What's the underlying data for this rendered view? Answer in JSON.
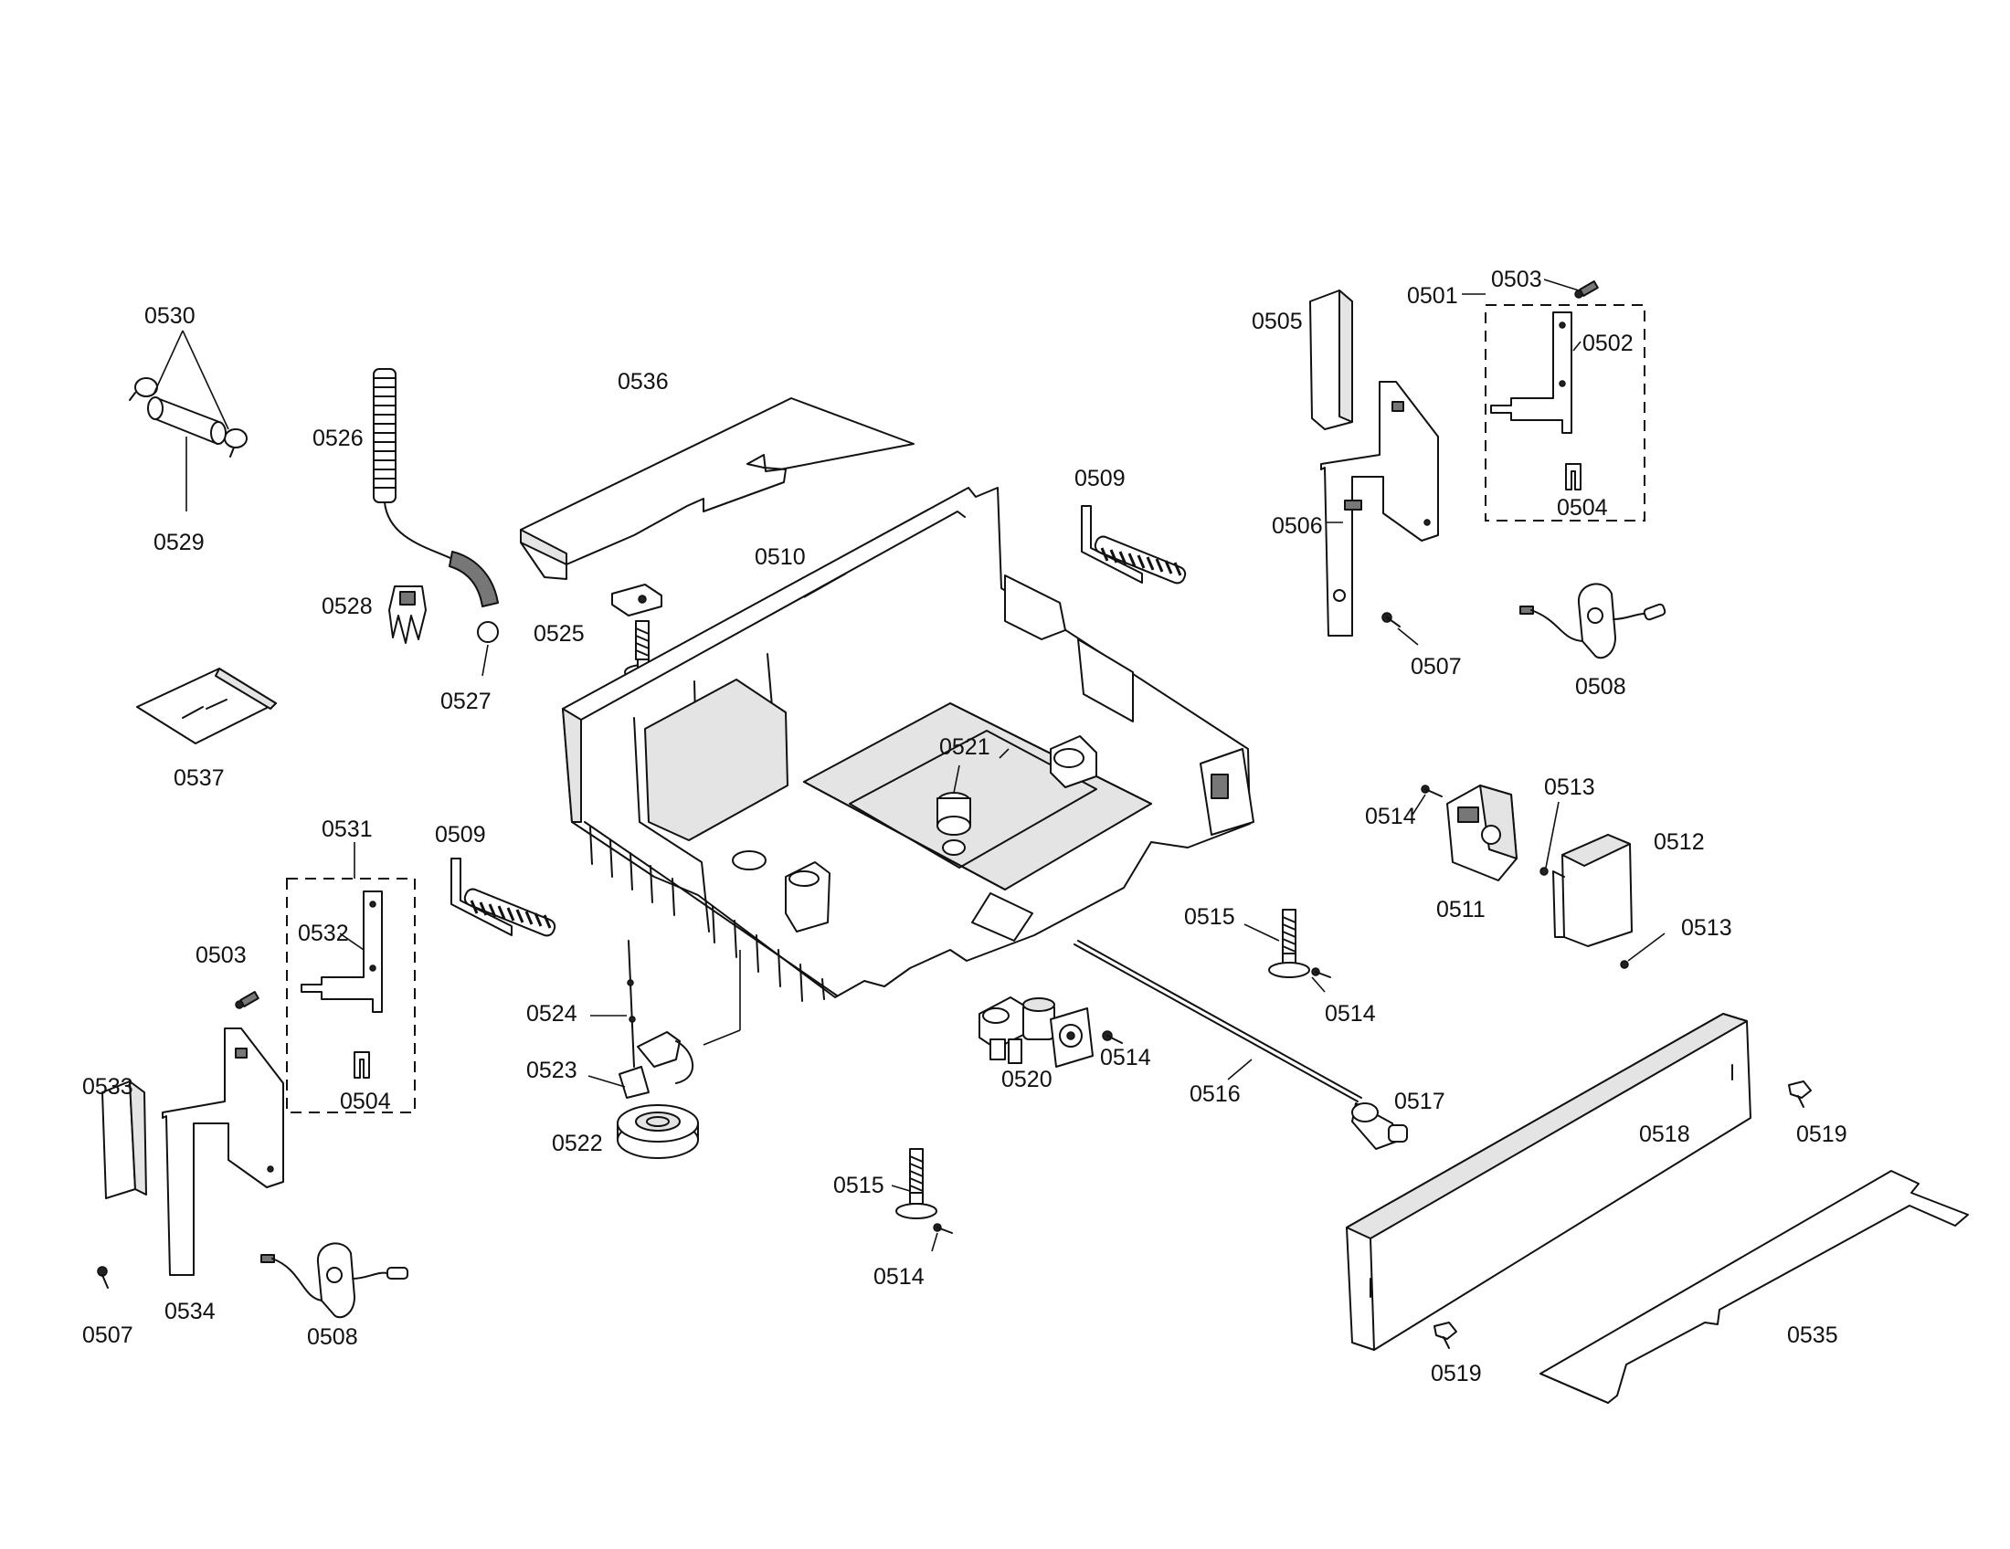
{
  "diagram": {
    "labels": {
      "p0501": "0501",
      "p0502": "0502",
      "p0503a": "0503",
      "p0503b": "0503",
      "p0504a": "0504",
      "p0504b": "0504",
      "p0505": "0505",
      "p0506": "0506",
      "p0507a": "0507",
      "p0507b": "0507",
      "p0508a": "0508",
      "p0508b": "0508",
      "p0509a": "0509",
      "p0509b": "0509",
      "p0510": "0510",
      "p0511": "0511",
      "p0512": "0512",
      "p0513a": "0513",
      "p0513b": "0513",
      "p0514a": "0514",
      "p0514b": "0514",
      "p0514c": "0514",
      "p0514d": "0514",
      "p0515a": "0515",
      "p0515b": "0515",
      "p0516": "0516",
      "p0517": "0517",
      "p0518": "0518",
      "p0519a": "0519",
      "p0519b": "0519",
      "p0520": "0520",
      "p0521": "0521",
      "p0522": "0522",
      "p0523": "0523",
      "p0524": "0524",
      "p0525": "0525",
      "p0526": "0526",
      "p0527": "0527",
      "p0528": "0528",
      "p0529": "0529",
      "p0530": "0530",
      "p0531": "0531",
      "p0532": "0532",
      "p0533": "0533",
      "p0534": "0534",
      "p0535": "0535",
      "p0536": "0536",
      "p0537": "0537"
    }
  }
}
